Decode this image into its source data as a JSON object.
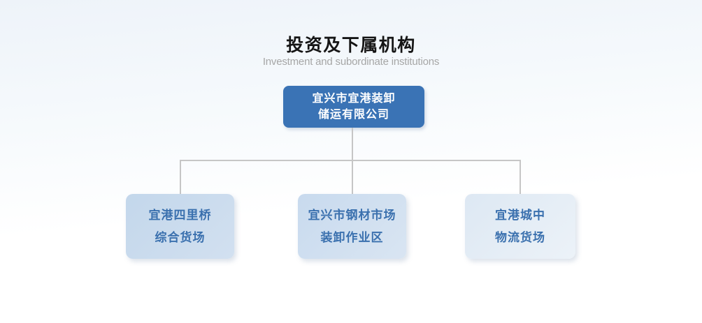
{
  "header": {
    "title": "投资及下属机构",
    "subtitle": "Investment and subordinate institutions"
  },
  "org_chart": {
    "root": {
      "name_lines": [
        "宜兴市宜港装卸",
        "储运有限公司"
      ]
    },
    "children": [
      {
        "name_lines": [
          "宜港四里桥",
          "综合货场"
        ]
      },
      {
        "name_lines": [
          "宜兴市钢材市场",
          "装卸作业区"
        ]
      },
      {
        "name_lines": [
          "宜港城中",
          "物流货场"
        ]
      }
    ]
  },
  "colors": {
    "root_box_bg": "#3a73b5",
    "root_box_text": "#ffffff",
    "child_box_text": "#3a70ae",
    "connector": "#c6c6c6"
  }
}
